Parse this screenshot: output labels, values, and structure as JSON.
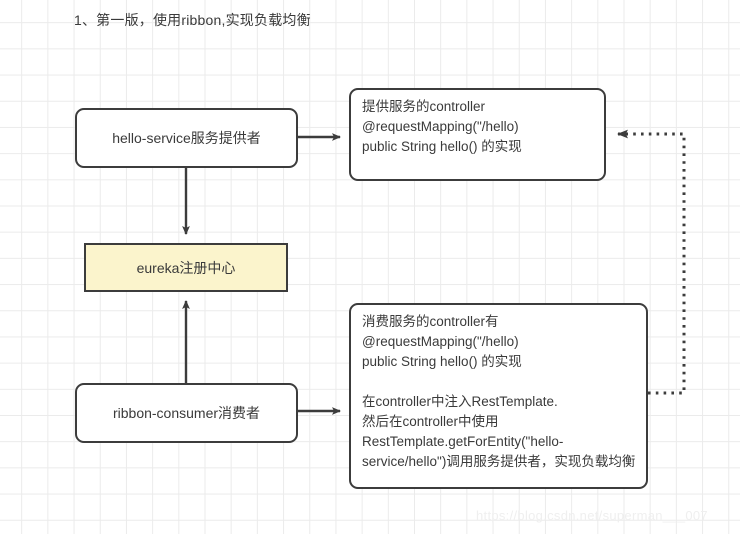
{
  "page": {
    "title": "1、第一版，使用ribbon,实现负载均衡",
    "watermark": "https://blog.csdn.net/superman___007",
    "background_color": "#ffffff",
    "grid_color": "#ebebeb",
    "stroke_color": "#3c3c3c",
    "text_color": "#3a3a3a",
    "highlight_fill": "#fbf4cc"
  },
  "nodes": {
    "hello_service": {
      "label": "hello-service服务提供者",
      "shape": "rounded-rect",
      "fill": "#ffffff"
    },
    "eureka": {
      "label": "eureka注册中心",
      "shape": "rect",
      "fill": "#fbf4cc"
    },
    "ribbon_consumer": {
      "label": "ribbon-consumer消费者",
      "shape": "rounded-rect",
      "fill": "#ffffff"
    }
  },
  "notes": {
    "provider_impl": {
      "lines": [
        "提供服务的controller",
        "@requestMapping(\"/hello)",
        "public String hello() 的实现"
      ],
      "text": "提供服务的controller\n@requestMapping(\"/hello)\npublic String hello() 的实现"
    },
    "consumer_impl": {
      "lines": [
        "消费服务的controller有",
        "@requestMapping(\"/hello)",
        "public String hello() 的实现",
        "",
        "在controller中注入RestTemplate.",
        "然后在controller中使用",
        "RestTemplate.getForEntity(\"hello-service/hello\")调用服务提供者，实现负载均衡"
      ],
      "text": "消费服务的controller有\n@requestMapping(\"/hello)\npublic String hello() 的实现\n\n在controller中注入RestTemplate.\n然后在controller中使用\nRestTemplate.getForEntity(\"hello-service/hello\")调用服务提供者，实现负载均衡"
    }
  },
  "edges": [
    {
      "name": "hello-service-to-eureka",
      "from": "hello_service",
      "to": "eureka",
      "style": "solid",
      "arrow": "end"
    },
    {
      "name": "ribbon-consumer-to-eureka",
      "from": "ribbon_consumer",
      "to": "eureka",
      "style": "solid",
      "arrow": "end"
    },
    {
      "name": "hello-service-to-provider-note",
      "from": "hello_service",
      "to": "provider_impl",
      "style": "solid",
      "arrow": "end"
    },
    {
      "name": "ribbon-consumer-to-consumer-note",
      "from": "ribbon_consumer",
      "to": "consumer_impl",
      "style": "solid",
      "arrow": "end"
    },
    {
      "name": "consumer-note-to-provider-note",
      "from": "consumer_impl",
      "to": "provider_impl",
      "style": "dotted",
      "arrow": "end"
    }
  ]
}
